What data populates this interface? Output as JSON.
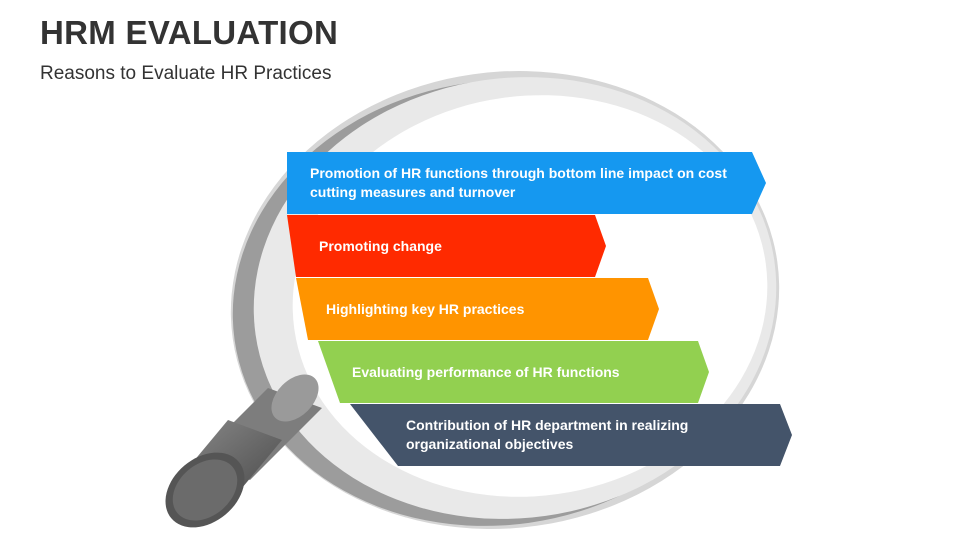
{
  "title": "HRM EVALUATION",
  "subtitle": "Reasons to Evaluate HR Practices",
  "icon": "magnifying-glass",
  "arrows": [
    {
      "text": "Promotion of HR functions through bottom line impact on cost cutting measures and turnover",
      "color": "#1598F0"
    },
    {
      "text": "Promoting change",
      "color": "#FF2A00"
    },
    {
      "text": "Highlighting key HR practices",
      "color": "#FF9400"
    },
    {
      "text": "Evaluating performance of HR functions",
      "color": "#92D050"
    },
    {
      "text": "Contribution of HR department in realizing organizational objectives",
      "color": "#44546A"
    }
  ]
}
